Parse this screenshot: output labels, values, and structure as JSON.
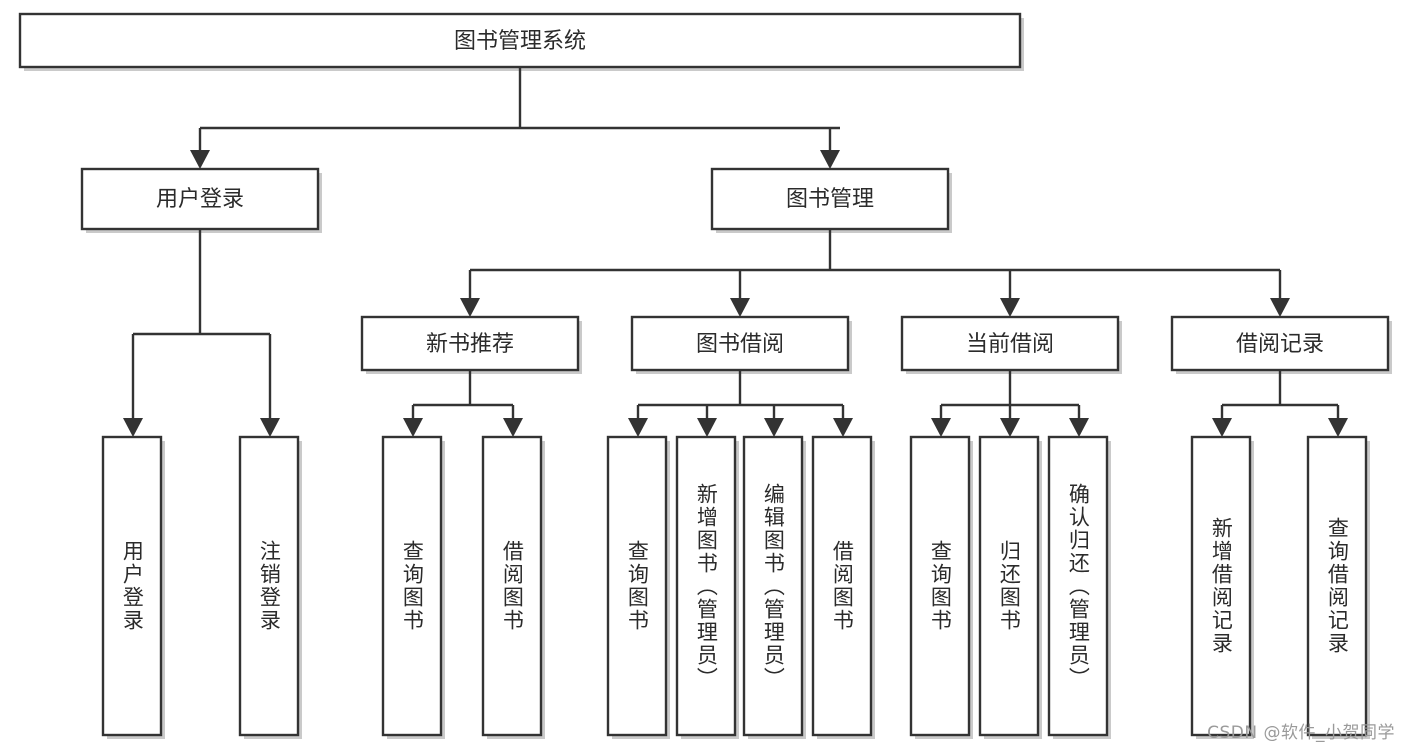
{
  "diagram": {
    "type": "tree-hierarchy",
    "title": "图书管理系统",
    "watermark": "CSDN @软件_小贺同学",
    "colors": {
      "box_fill": "#ffffff",
      "box_stroke": "#333333",
      "text": "#2b2b2b",
      "shadow": "#b8b8b8",
      "watermark": "#9a9a9a",
      "background": "#ffffff"
    },
    "levels": {
      "root": {
        "label": "图书管理系统"
      },
      "level2": [
        {
          "id": "user-login",
          "label": "用户登录"
        },
        {
          "id": "book-manage",
          "label": "图书管理"
        }
      ],
      "level3": [
        {
          "id": "new-book-recommend",
          "label": "新书推荐"
        },
        {
          "id": "book-borrow",
          "label": "图书借阅"
        },
        {
          "id": "current-borrow",
          "label": "当前借阅"
        },
        {
          "id": "borrow-record",
          "label": "借阅记录"
        }
      ],
      "leaves": {
        "user-login": [
          {
            "id": "leaf-user-login",
            "label": "用户登录"
          },
          {
            "id": "leaf-logout-login",
            "label": "注销登录"
          }
        ],
        "new-book-recommend": [
          {
            "id": "leaf-query-book-1",
            "label": "查询图书"
          },
          {
            "id": "leaf-borrow-book-1",
            "label": "借阅图书"
          }
        ],
        "book-borrow": [
          {
            "id": "leaf-query-book-2",
            "label": "查询图书"
          },
          {
            "id": "leaf-add-book",
            "label": "新增图书（管理员）"
          },
          {
            "id": "leaf-edit-book",
            "label": "编辑图书（管理员）"
          },
          {
            "id": "leaf-borrow-book-2",
            "label": "借阅图书"
          }
        ],
        "current-borrow": [
          {
            "id": "leaf-query-book-3",
            "label": "查询图书"
          },
          {
            "id": "leaf-return-book",
            "label": "归还图书"
          },
          {
            "id": "leaf-confirm-return",
            "label": "确认归还（管理员）"
          }
        ],
        "borrow-record": [
          {
            "id": "leaf-add-record",
            "label": "新增借阅记录"
          },
          {
            "id": "leaf-query-record",
            "label": "查询借阅记录"
          }
        ]
      }
    }
  }
}
